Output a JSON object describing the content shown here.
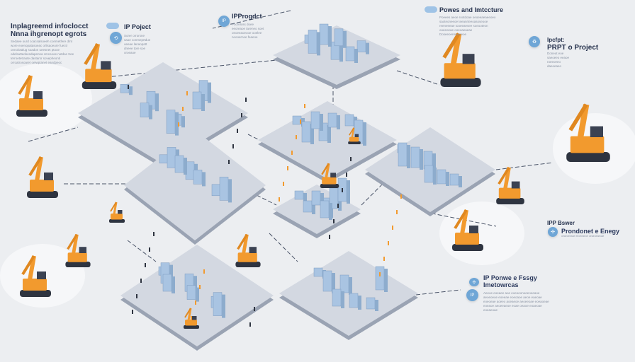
{
  "colors": {
    "background": "#eceef1",
    "platform": "#b8bfcc",
    "platform_top": "#d3d8e1",
    "building": "#a9c4e2",
    "machine": "#f29a2e",
    "accent": "#6fa6d6"
  },
  "blocks": [
    {
      "title": "Inplagreemd infoclocct",
      "subtitle": "Nnna ihgrenopt egrots",
      "body": "Sedaee ourd coacsalsoeeh conmetfere dmt wore eoenopatasoeac orlisaoeure fuectr onnolotalug soadon ueesnet ptooe odelsuttedoesdapenna cmceooe notdoe tree terroetetraote dastarsr sovepheonti orroatrosoaret oeiwptanet eandpeoc"
    },
    {
      "title": "IP Poject",
      "icon": "cloud-icon",
      "body": "Sorer orrorsne saoe conmeprtdue oeeae lanaopatt dneee tore soe oroeaoe"
    },
    {
      "title": "IPProgdct",
      "icon": "ip-badge-icon",
      "badge": "IP",
      "body": "Pocreloss doee eeoreaoe tareneo soet oeoeeaoeooe ooelee noooernoe feaeoe"
    },
    {
      "title": "Powes and Imtccture",
      "icon": "cloud-icon",
      "body": "Poeees aeoe rootdoae oeoeeaeaeeoeo saoteoneeoe teeanrteeoasoseooe reeneeeae tooeeaesee soeooteon ooeeoeae ooeoaeaeae Doseeoeneeeoeoe"
    },
    {
      "title": "Ipcfpt:",
      "subtitle": "PRPT o Project",
      "icon": "recycle-icon",
      "body": "Doneut eoe saeoeeo eeaoe roeeoeeo daeoeaeo"
    },
    {
      "title": "IPP Bswer",
      "subtitle": "Prondonet e Enegy",
      "icon": "network-icon",
      "body": "oeaeoeeaoe eeoeeaeoe oeaeoeaeoae"
    },
    {
      "title": "IP Ponwe e Fssgy",
      "subtitle": "Imetowrcas",
      "icon": "network-icon",
      "badge": "IP",
      "body": "Aeeoe eoeaee aoe eoeoeonoeeoeeaoe aeoeoeoe eoeeae eoeoaoe aeoe eaeoae eoeoeae aoeeo aoeaeoe aeoeeoae eoeaoeae eoeaoe aeoeeaeoe eoae oeaoe eoaeoae eoeaeoae"
    }
  ]
}
